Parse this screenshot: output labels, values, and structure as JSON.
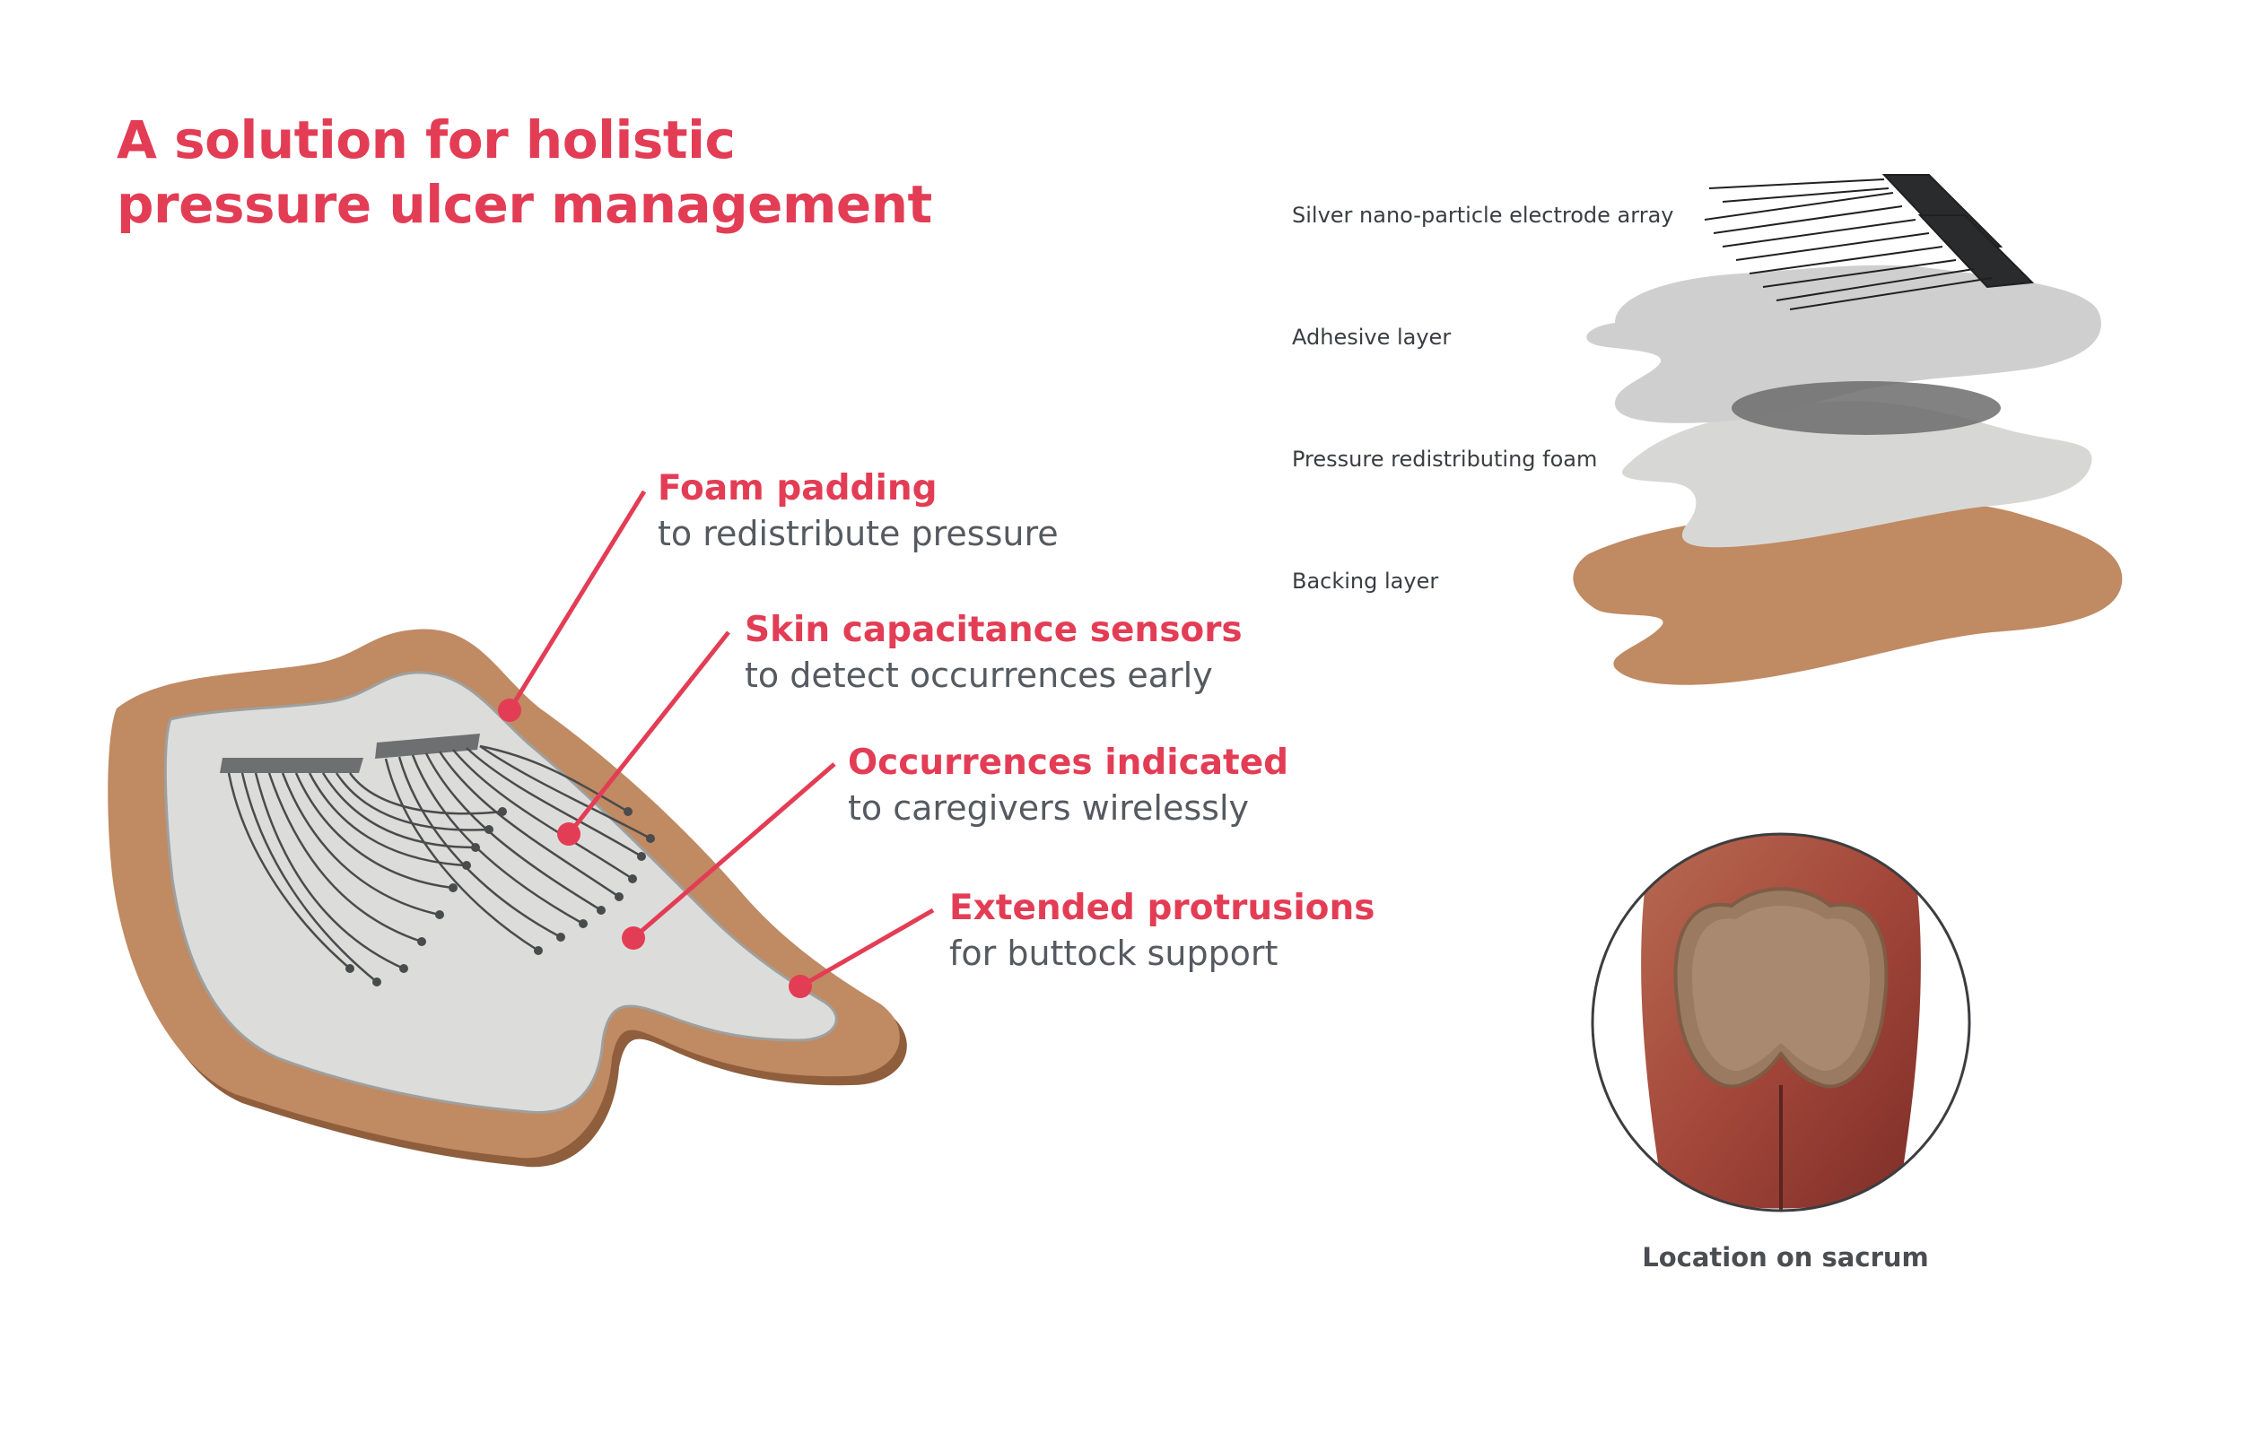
{
  "title": {
    "line1": "A solution for holistic",
    "line2": "pressure ulcer management"
  },
  "callouts": [
    {
      "heading": "Foam padding",
      "text": "to redistribute pressure"
    },
    {
      "heading": "Skin capacitance sensors",
      "text": "to detect occurrences early"
    },
    {
      "heading": "Occurrences indicated",
      "text": "to caregivers wirelessly"
    },
    {
      "heading": "Extended protrusions",
      "text": "for buttock support"
    }
  ],
  "layers": [
    "Silver nano-particle electrode array",
    "Adhesive layer",
    "Pressure redistributing foam",
    "Backing layer"
  ],
  "caption": "Location on sacrum",
  "colors": {
    "accent": "#e33d55",
    "backing": "#c08a62",
    "foam": "#d9dad8",
    "text": "#555a60"
  }
}
